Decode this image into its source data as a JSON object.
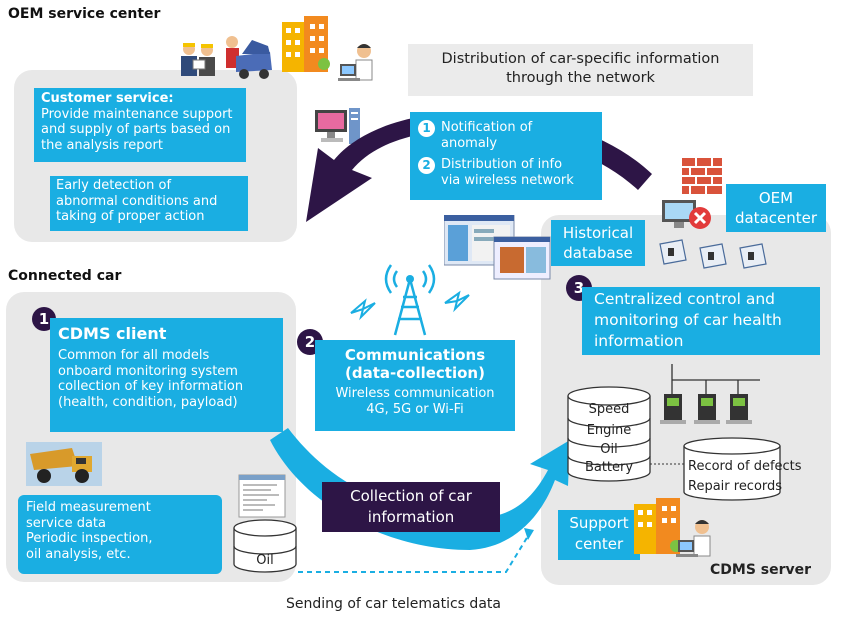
{
  "oem": {
    "heading": "OEM service center",
    "customer_service_title": "Customer service:",
    "customer_service_text": "Provide maintenance support\nand supply of parts based on\nthe analysis report",
    "early_detection": "Early detection of\nabnormal conditions and\ntaking of proper action"
  },
  "distribution_note": "Distribution of car-specific information\nthrough the network",
  "notifications": {
    "n1_num": "1",
    "n1_text": "Notification of\nanomaly",
    "n2_num": "2",
    "n2_text": "Distribution of info\nvia wireless network"
  },
  "datacenter": {
    "historical_db": "Historical\ndatabase",
    "oem_dc": "OEM\ndatacenter"
  },
  "connected_car": {
    "heading": "Connected car",
    "step_num": "1",
    "client_title": "CDMS client",
    "client_text": "Common for all models\nonboard monitoring system\ncollection of key information\n(health, condition, payload)",
    "field_text": "Field measurement\nservice data\nPeriodic inspection,\noil analysis, etc.",
    "oil_label": "Oil"
  },
  "communications": {
    "step_num": "2",
    "title": "Communications\n(data-collection)",
    "text": "Wireless communication\n4G, 5G or Wi-Fi"
  },
  "central": {
    "step_num": "3",
    "text": "Centralized control and\nmonitoring of car health\ninformation"
  },
  "database": {
    "items": [
      "Speed",
      "Engine",
      "Oil",
      "Battery"
    ],
    "records": [
      "Record of defects",
      "Repair records"
    ]
  },
  "collection": "Collection of car\ninformation",
  "support_center": "Support\ncenter",
  "cdms_server": "CDMS server",
  "telematics": "Sending of car telematics data",
  "colors": {
    "blue": "#1aaee2",
    "navy": "#2d1546",
    "panel": "#e8e8e8"
  },
  "icons": [
    "workers-icon",
    "mechanic-car-icon",
    "building-icon",
    "operator-icon",
    "computer-icon",
    "firewall-icon",
    "monitor-error-icon",
    "screenshot-collage-icon",
    "server-icon",
    "cell-tower-icon",
    "dump-truck-icon",
    "report-document-icon"
  ]
}
